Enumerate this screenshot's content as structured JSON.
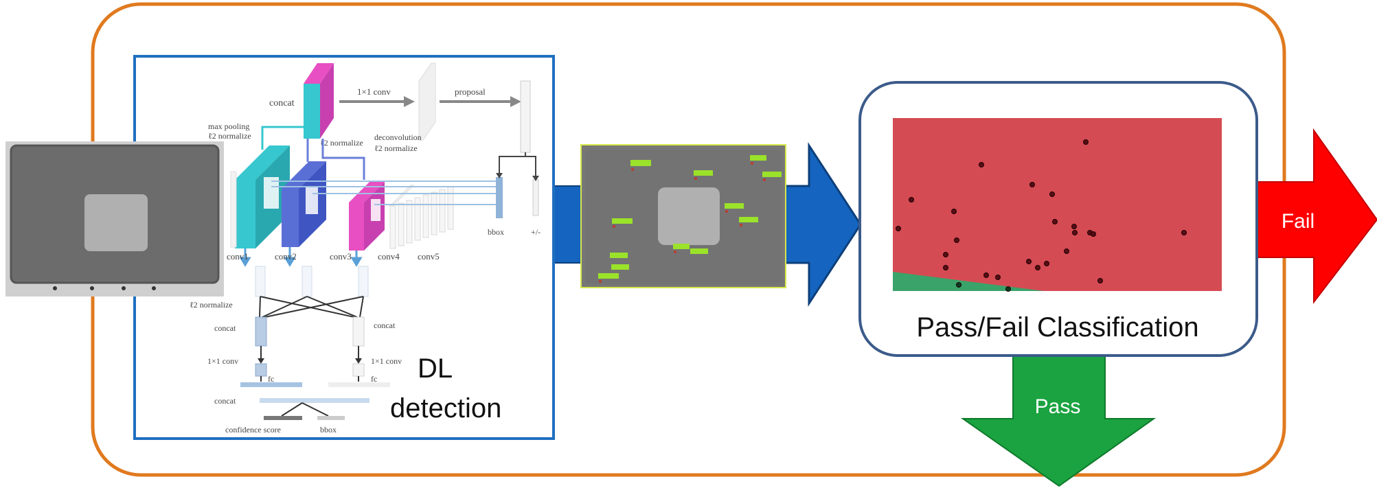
{
  "detection": {
    "label_line1": "DL",
    "label_line2": "detection",
    "network": {
      "concat_top": "concat",
      "conv1x1_top": "1×1 conv",
      "proposal": "proposal",
      "max_pooling": "max pooling",
      "l2_normalize_left": "ℓ2 normalize",
      "l2_normalize_mid": "ℓ2 normalize",
      "deconvolution": "deconvolution",
      "l2_normalize_right": "ℓ2 normalize",
      "conv1": "conv1",
      "conv2": "conv2",
      "conv3": "conv3",
      "conv4": "conv4",
      "conv5": "conv5",
      "bbox_right": "bbox",
      "plus_minus": "+/-",
      "l2_normalize_lower": "ℓ2 normalize",
      "concat_left": "concat",
      "concat_right": "concat",
      "conv1x1_left": "1×1 conv",
      "conv1x1_right": "1×1 conv",
      "fc_left": "fc",
      "fc_right": "fc",
      "concat_bottom": "concat",
      "confidence_score": "confidence score",
      "bbox_bottom": "bbox"
    }
  },
  "classification": {
    "label": "Pass/Fail Classification"
  },
  "outputs": {
    "fail_label": "Fail",
    "pass_label": "Pass"
  },
  "colors": {
    "outer_border": "#e07a1f",
    "network_border": "#1f6fc0",
    "classifier_border": "#3b5b8a",
    "blue_arrow": "#1565c0",
    "fail_arrow": "#ff0000",
    "pass_arrow": "#1aa340",
    "fail_region": "#d54b53",
    "pass_region": "#3aa36a",
    "detection_tag": "#9be22a"
  }
}
